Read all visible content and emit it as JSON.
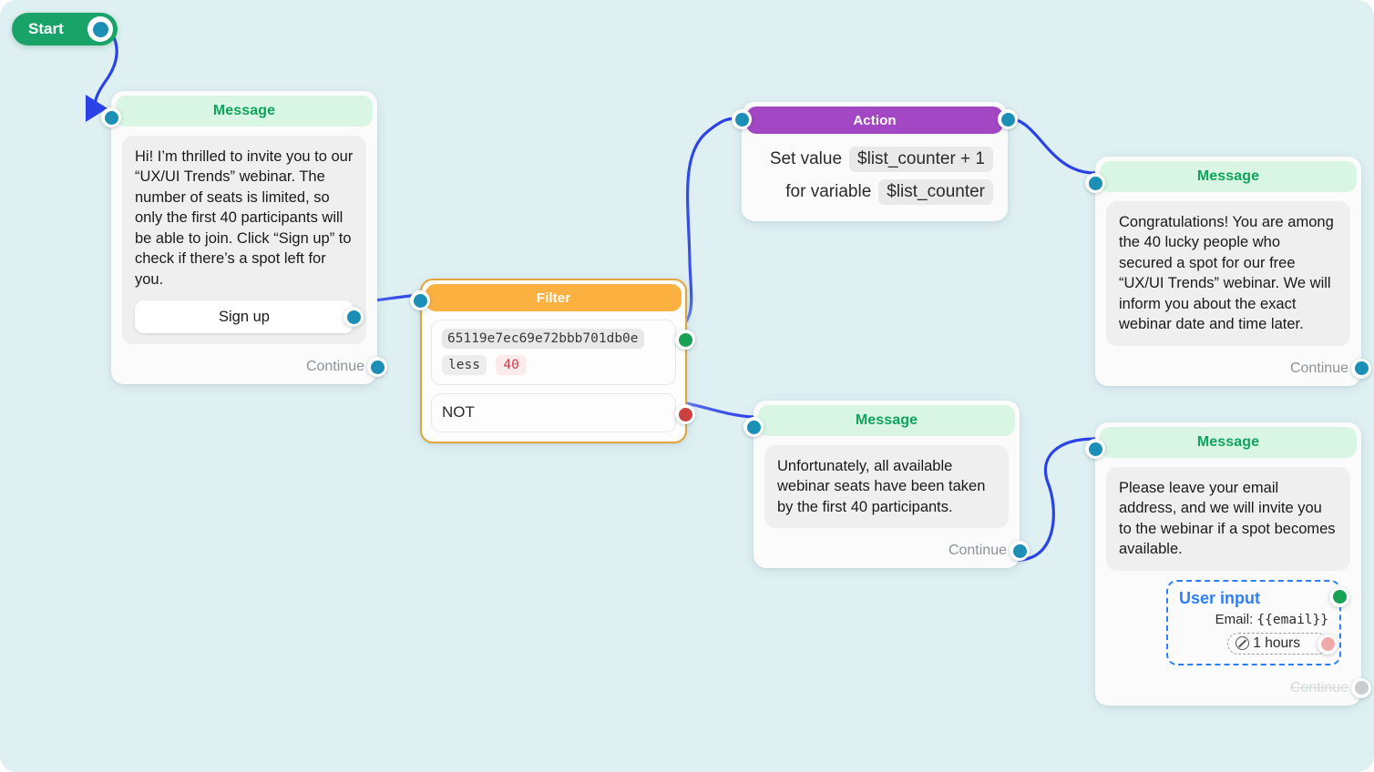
{
  "canvas": {
    "background": "#dff0f2"
  },
  "start": {
    "label": "Start",
    "port_color": "#1b8fb5"
  },
  "nodes": {
    "intro_message": {
      "header": "Message",
      "text": "Hi! I’m thrilled to invite you to our “UX/UI Trends” webinar. The number of seats is limited, so only the first 40 participants will be able to join. Click “Sign up” to check if there’s a spot left for you.",
      "button_label": "Sign up",
      "continue_label": "Continue"
    },
    "filter": {
      "header": "Filter",
      "condition_variable": "65119e7ec69e72bbb701db0e",
      "condition_operator": "less",
      "condition_value": "40",
      "fallback_label": "NOT",
      "true_port_color": "#17a155",
      "false_port_color": "#cc4040"
    },
    "action": {
      "header": "Action",
      "row1_label": "Set value",
      "row1_value": "$list_counter + 1",
      "row2_label": "for variable",
      "row2_value": "$list_counter"
    },
    "success_message": {
      "header": "Message",
      "text": "Congratulations! You are among the 40 lucky people who secured a spot for our free “UX/UI Trends” webinar. We will inform you about the exact webinar date and time later.",
      "continue_label": "Continue"
    },
    "sorry_message": {
      "header": "Message",
      "text": "Unfortunately, all available webinar seats have been taken by the first 40 participants.",
      "continue_label": "Continue"
    },
    "email_message": {
      "header": "Message",
      "text": "Please leave your email address, and we will invite you to the webinar if a spot becomes available.",
      "user_input": {
        "title": "User input",
        "field_label": "Email:",
        "field_value": "{{email}}",
        "timeout_label": "1 hours",
        "timeout_icon": "no-entry-icon",
        "valid_port_color": "#17a155",
        "timeout_port_color": "#f0aaaa"
      },
      "continue_label": "Continue",
      "continue_disabled": true
    }
  },
  "theme": {
    "header_message_bg": "#d9f6e4",
    "header_message_text": "#0fa45d",
    "header_action_bg": "#a347c4",
    "header_filter_bg": "#fbb040",
    "wire_color": "#2a42e8",
    "port_color": "#1b8fb5"
  }
}
